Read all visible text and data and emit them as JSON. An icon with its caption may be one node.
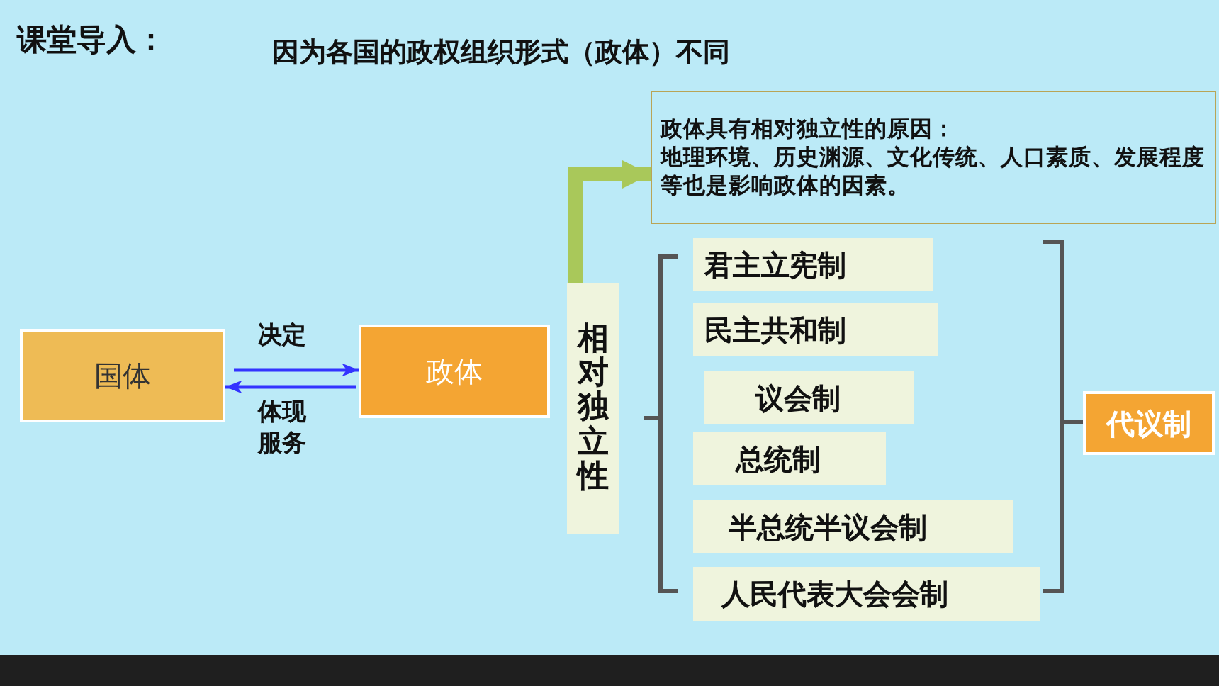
{
  "diagram": {
    "title": "课堂导入：",
    "nodes": [
      {
        "text": [
          "国体"
        ]
      },
      {
        "text": [
          "政体"
        ]
      },
      {
        "text": [
          "相对独立性"
        ]
      },
      {
        "text": [
          "政体具有相对独立性的原因：",
          "地理环境、历史渊源、文化传统、人口素质、发展程度等也是影响政体的因素。"
        ]
      },
      {
        "text": [
          "君主立宪制"
        ]
      },
      {
        "text": [
          "民主共和制"
        ]
      },
      {
        "text": [
          "议会制"
        ]
      },
      {
        "text": [
          "总统制"
        ]
      },
      {
        "text": [
          "半总统半议会制"
        ]
      },
      {
        "text": [
          "人民代表大会会制"
        ]
      },
      {
        "text": [
          "代议制"
        ]
      }
    ],
    "edges": [
      {
        "from": 0,
        "to": 1,
        "arrow": "to",
        "label": "决定",
        "color": "#3333ff"
      },
      {
        "from": 1,
        "to": 0,
        "arrow": "to",
        "label": "体现服务",
        "color": "#3333ff"
      },
      {
        "from": 2,
        "to": 3,
        "arrow": "to",
        "style": "thick",
        "color": "#a9c85a"
      }
    ],
    "labels": [
      "因为各国的政权组织形式（政体）不同"
    ]
  }
}
